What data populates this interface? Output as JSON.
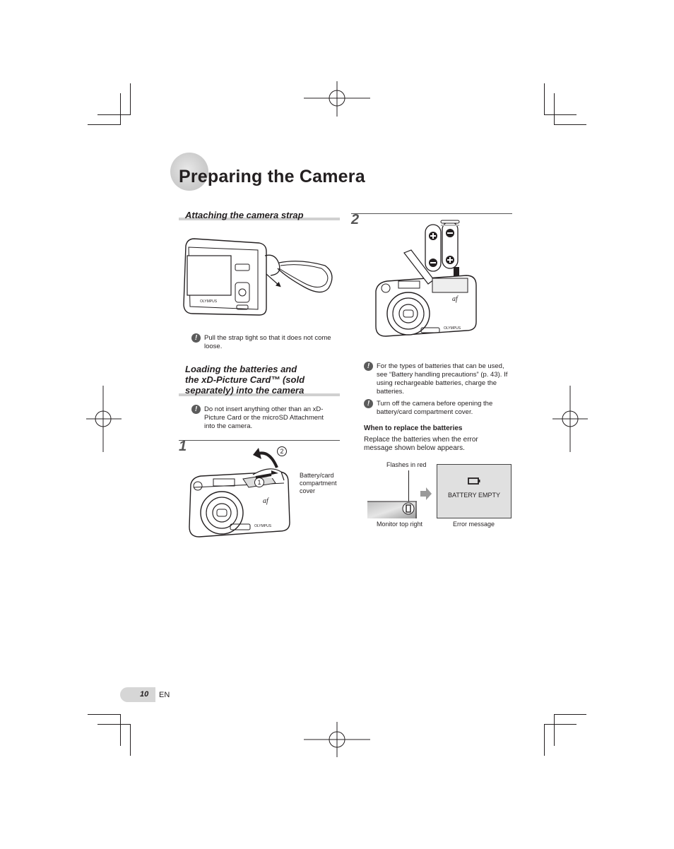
{
  "page": {
    "title": "Preparing the Camera",
    "page_number": "10",
    "language": "EN"
  },
  "strap_section": {
    "heading": "Attaching the camera strap",
    "note": "Pull the strap tight so that it does not come loose."
  },
  "battery_section": {
    "heading_line1": "Loading the batteries and",
    "heading_line2": "the xD-Picture Card™ (sold",
    "heading_line3": "separately) into the camera",
    "note": "Do not insert anything other than an xD-Picture Card or the microSD Attachment into the camera."
  },
  "step1": {
    "number": "1",
    "callout_label_line1": "Battery/card",
    "callout_label_line2": "compartment",
    "callout_label_line3": "cover",
    "marker1": "1",
    "marker2": "2"
  },
  "step2": {
    "number": "2",
    "note1": "For the types of batteries that can be used, see “Battery handling precautions” (p. 43). If using rechargeable batteries, charge the batteries.",
    "note2": "Turn off the camera before opening the battery/card compartment cover."
  },
  "replace_section": {
    "heading": "When to replace the batteries",
    "body": "Replace the batteries when the error message shown below appears.",
    "flashes_label": "Flashes in red",
    "monitor_label": "Monitor top right",
    "error_label": "Error message",
    "error_text": "BATTERY EMPTY"
  },
  "icons": {
    "caution": "caution-icon",
    "arrow": "right-arrow-icon"
  }
}
